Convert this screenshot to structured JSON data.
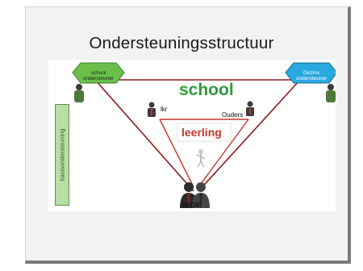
{
  "slide": {
    "title": "Ondersteuningsstructuur"
  },
  "diagram": {
    "school_label": "school",
    "leerling_label": "leerling",
    "left_hexagon": {
      "line1": "school",
      "line2": "ondersteuner",
      "color": "#6abf4b"
    },
    "right_hexagon": {
      "line1": "Gezins",
      "line2": "ondersteuner",
      "color": "#2aa8e0"
    },
    "lkr_label": "lkr",
    "ouders_label": "Ouders",
    "ibdir_label": "IB  DIR",
    "side_box_label": "basisondersteuning",
    "colors": {
      "outer_triangle": "#8b1a1a",
      "inner_triangle": "#c0392b",
      "school_text": "#2e9b3c",
      "side_box": "#b6e0a3"
    },
    "icons": [
      "person-icon",
      "person-with-tie-icon",
      "child-figure-icon"
    ]
  }
}
